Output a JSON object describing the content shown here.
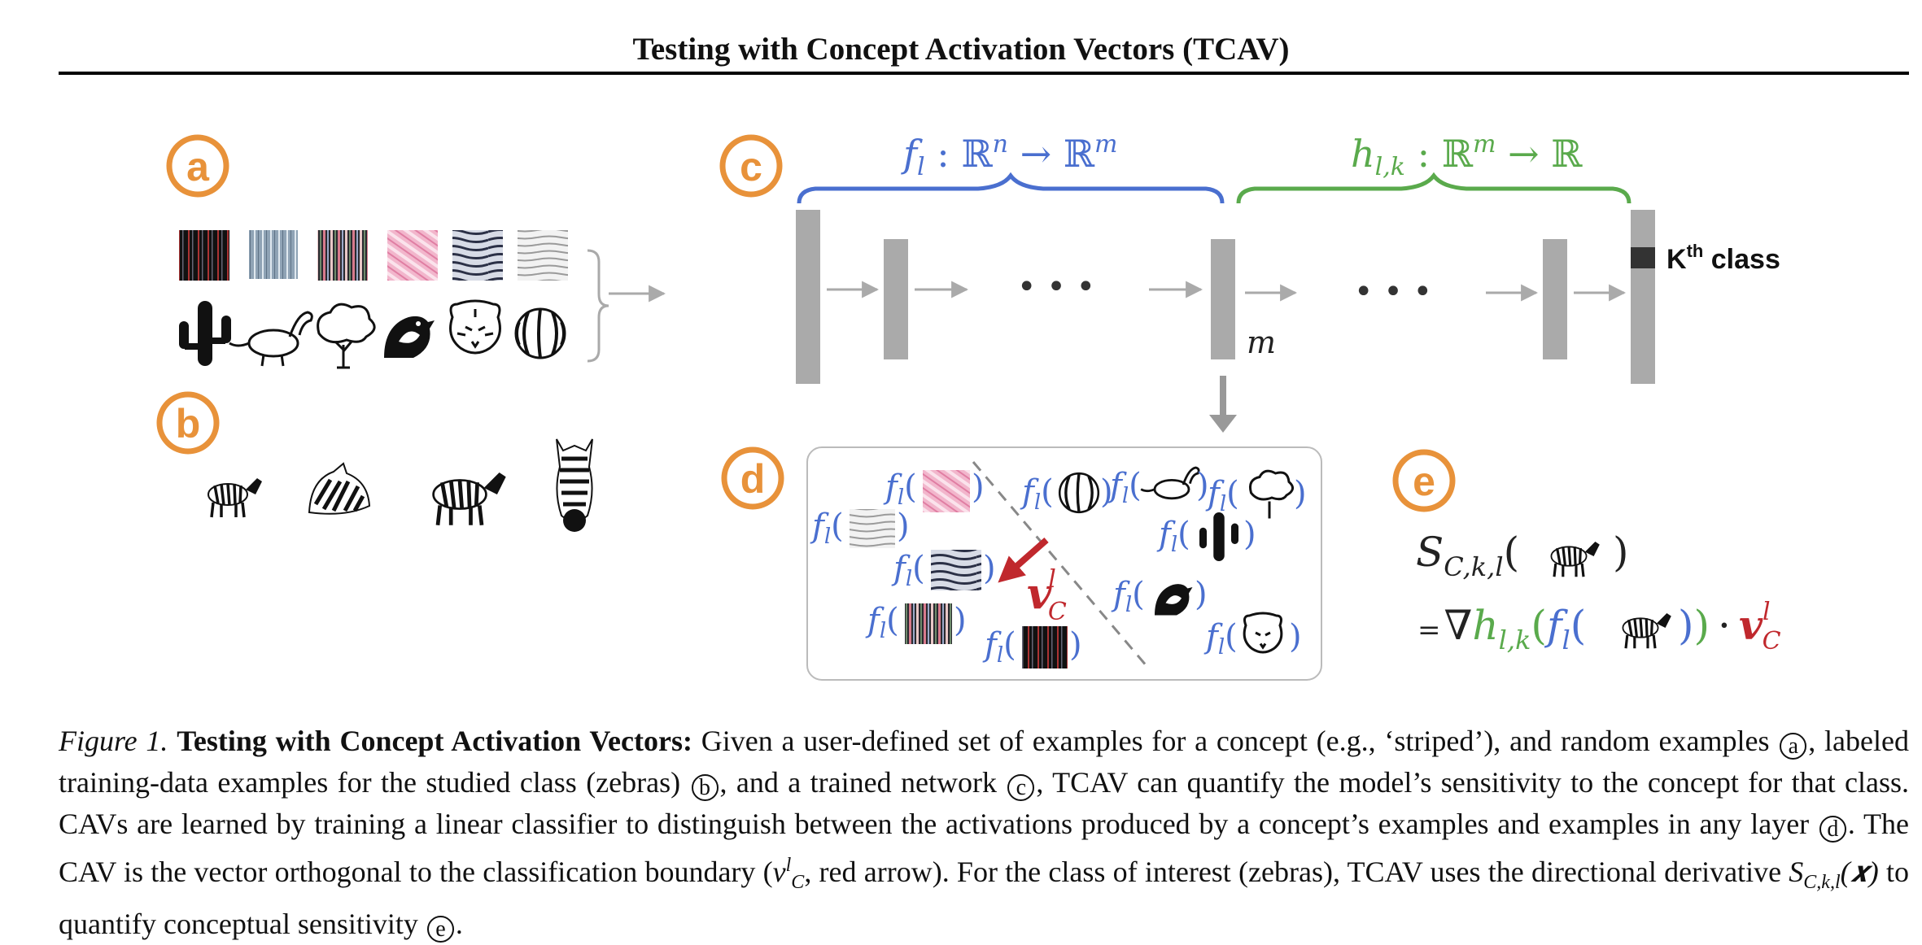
{
  "title": "Testing with Concept Activation Vectors (TCAV)",
  "colors": {
    "orange": "#e8923a",
    "blue": "#4a6fcf",
    "green": "#5aaa4c",
    "red": "#c0282d",
    "gray": "#aaaaaa"
  },
  "panel_labels": {
    "a": "a",
    "b": "b",
    "c": "c",
    "d": "d",
    "e": "e"
  },
  "network": {
    "f_label": "f",
    "f_sub": "l",
    "f_map": " : ℝ",
    "f_n": "n",
    "f_arrow": " → ℝ",
    "f_m": "m",
    "h_label": "h",
    "h_sub": "l,k",
    "h_map": " : ℝ",
    "h_m": "m",
    "h_arrow": " → ℝ",
    "ellipsis": "• • •",
    "layer_m": "m",
    "kth_K": "K",
    "kth_sup": "th",
    "kth_rest": " class"
  },
  "cav_panel": {
    "f_prefix": "f",
    "f_sub": "l",
    "open": "(",
    "close": ")",
    "cav_v": "v",
    "cav_sup": "l",
    "cav_sub": "C"
  },
  "sensitivity": {
    "S": "S",
    "S_sub": "C,k,l",
    "open": "(",
    "close": ")",
    "eq": "=",
    "nabla": "∇",
    "h": "h",
    "h_sub": "l,k",
    "f": "f",
    "f_sub": "l",
    "dot": "·",
    "v": "v",
    "v_sup": "l",
    "v_sub": "C"
  },
  "caption": {
    "fig_label": "Figure 1.",
    "bold_title": "Testing with Concept Activation Vectors:",
    "t1": " Given a user-defined set of examples for a concept (e.g., ‘striped’), and random examples ",
    "c_a": "a",
    "t2": ", labeled training-data examples for the studied class (zebras) ",
    "c_b": "b",
    "t3": ", and a trained network ",
    "c_c": "c",
    "t4": ", TCAV can quantify the model’s sensitivity to the concept for that class. CAVs are learned by training a linear classifier to distinguish between the activations produced by a concept’s examples and examples in any layer ",
    "c_d": "d",
    "t5": ". The CAV is the vector orthogonal to the classification boundary (",
    "v": "v",
    "v_sup": "l",
    "v_sub": "C",
    "t6": ", red arrow). For the class of interest (zebras), TCAV uses the directional derivative ",
    "S": "S",
    "S_sub": "C,k,l",
    "S_arg": "(𝒙)",
    "t7": " to quantify conceptual sensitivity ",
    "c_e": "e",
    "t8": "."
  }
}
